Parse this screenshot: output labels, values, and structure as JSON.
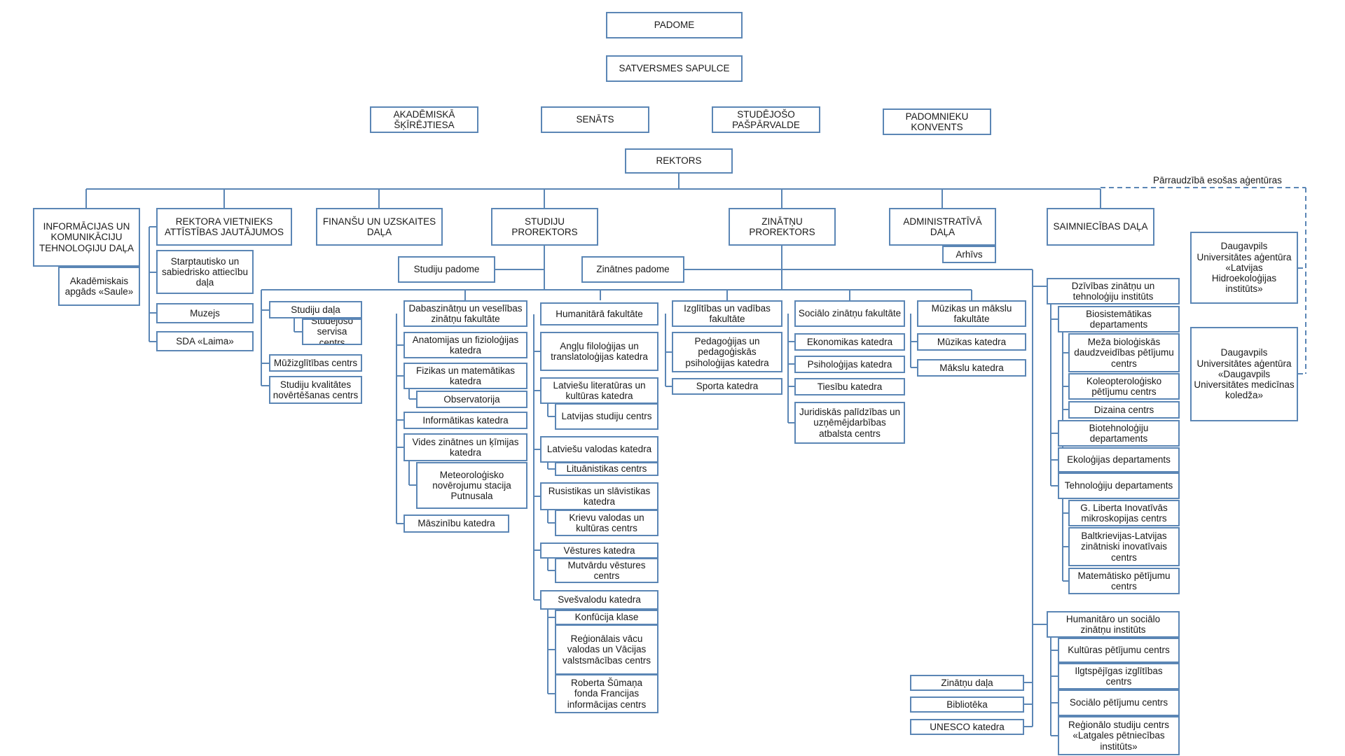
{
  "governance": {
    "padome": "PADOME",
    "satversmes_sapulce": "SATVERSMES SAPULCE",
    "akademiska_skirejtiesa": "AKADĒMISKĀ ŠĶĪRĒJTIESA",
    "senats": "SENĀTS",
    "studejoso_pasparvalde": "STUDĒJOŠO PAŠPĀRVALDE",
    "padomnieku_konvents": "PADOMNIEKU KONVENTS",
    "rektors": "REKTORS"
  },
  "top_units": {
    "ikt_dala": "INFORMĀCIJAS UN KOMUNIKĀCIJU TEHNOLOĢIJU DAĻA",
    "rektora_vietnieks": "REKTORA VIETNIEKS ATTĪSTĪBAS JAUTĀJUMOS",
    "finansu_dala": "FINANŠU UN UZSKAITES DAĻA",
    "studiju_prorektors": "STUDIJU PROREKTORS",
    "zinatnu_prorektors": "ZINĀTŅU PROREKTORS",
    "administrativa_dala": "ADMINISTRATĪVĀ DAĻA",
    "saimniecibas_dala": "SAIMNIECĪBAS DAĻA",
    "arhivs": "Arhīvs",
    "akademiskais_apgads": "Akadēmiskais apgāds «Saule»"
  },
  "rektora_vietnieks_units": {
    "starptautisko": "Starptautisko un sabiedrisko attiecību daļa",
    "muzejs": "Muzejs",
    "sda_laima": "SDA «Laima»"
  },
  "councils": {
    "studiju_padome": "Studiju padome",
    "zinatnes_padome": "Zinātnes padome"
  },
  "studiju_units": {
    "studiju_dala": "Studiju daļa",
    "studejoso_servisa": "Studējošo servisa centrs",
    "muzizglitibas": "Mūžizglītības centrs",
    "kvalitates": "Studiju kvalitātes novērtēšanas centrs"
  },
  "dabaszinatnu": {
    "faculty": "Dabaszinātņu un veselības zinātņu fakultāte",
    "anatomijas": "Anatomijas un fizioloģijas katedra",
    "fizikas": "Fizikas un matemātikas katedra",
    "observatorija": "Observatorija",
    "informatikas": "Informātikas katedra",
    "vides": "Vides zinātnes un ķīmijas katedra",
    "meteorologisko": "Meteoroloģisko novērojumu stacija Putnusala",
    "maszinibu": "Māszinību katedra"
  },
  "humanitara": {
    "faculty": "Humanitārā fakultāte",
    "anglu": "Angļu filoloģijas un translatoloģijas katedra",
    "latviesu_lit": "Latviešu literatūras un kultūras katedra",
    "latvijas_studiju": "Latvijas studiju centrs",
    "latviesu_val": "Latviešu valodas katedra",
    "lituanistikas": "Lituānistikas centrs",
    "rusistikas": "Rusistikas un slāvistikas katedra",
    "krievu": "Krievu valodas un kultūras centrs",
    "vestures": "Vēstures katedra",
    "mutvardu": "Mutvārdu vēstures centrs",
    "svesvalodu": "Svešvalodu katedra",
    "konfucija": "Konfūcija klase",
    "vacu": "Reģionālais vācu valodas un Vācijas valstsmācības centrs",
    "sumana": "Roberta Šūmaņa fonda Francijas informācijas centrs"
  },
  "izglitibas": {
    "faculty": "Izglītības un vadības fakultāte",
    "pedagogijas": "Pedagoģijas un pedagoģiskās psiholoģijas katedra",
    "sporta": "Sporta katedra"
  },
  "socialo": {
    "faculty": "Sociālo zinātņu fakultāte",
    "ekonomikas": "Ekonomikas katedra",
    "psihologijas": "Psiholoģijas katedra",
    "tiesibu": "Tiesību katedra",
    "juridiskas": "Juridiskās palīdzības un uzņēmējdarbības atbalsta centrs"
  },
  "muzikas_fak": {
    "faculty": "Mūzikas un mākslu fakultāte",
    "muzikas": "Mūzikas katedra",
    "makslu": "Mākslu katedra"
  },
  "zinatnu_units": {
    "zinatnu_dala": "Zinātņu daļa",
    "biblioteka": "Bibliotēka",
    "unesco": "UNESCO katedra"
  },
  "dzivibas": {
    "institute": "Dzīvības zinātņu un tehnoloģiju institūts",
    "biosistematikas": "Biosistemātikas departaments",
    "meza": "Meža bioloģiskās daudzveidības pētījumu centrs",
    "koleopterologisko": "Koleopteroloģisko pētījumu centrs",
    "dizaina": "Dizaina centrs",
    "biotehnologiju": "Biotehnoloģiju departaments",
    "ekologijas": "Ekoloģijas departaments",
    "tehnologiju": "Tehnoloģiju departaments",
    "liberta": "G. Liberta Inovatīvās mikroskopijas centrs",
    "baltkrievijas": "Baltkrievijas-Latvijas zinātniski inovatīvais centrs",
    "matematisko": "Matemātisko pētījumu centrs"
  },
  "humanitaro_inst": {
    "institute": "Humanitāro un sociālo zinātņu institūts",
    "kulturas": "Kultūras pētījumu centrs",
    "ilgtspejigas": "Ilgtspējīgas izglītības centrs",
    "socialo_petijumu": "Sociālo pētījumu centrs",
    "regionalo": "Reģionālo studiju centrs «Latgales pētniecības institūts»"
  },
  "agencies": {
    "label": "Pārraudzībā esošas aģentūras",
    "hidroekologijas": "Daugavpils Universitātes aģentūra «Latvijas Hidroekoloģijas institūts»",
    "medicinas": "Daugavpils Universitātes aģentūra «Daugavpils Universitātes medicīnas koledža»"
  },
  "colors": {
    "line": "#5b86b5",
    "dashed": "#5b86b5",
    "box_border": "#5b86b5",
    "text": "#1a1a1a",
    "background": "#ffffff"
  }
}
